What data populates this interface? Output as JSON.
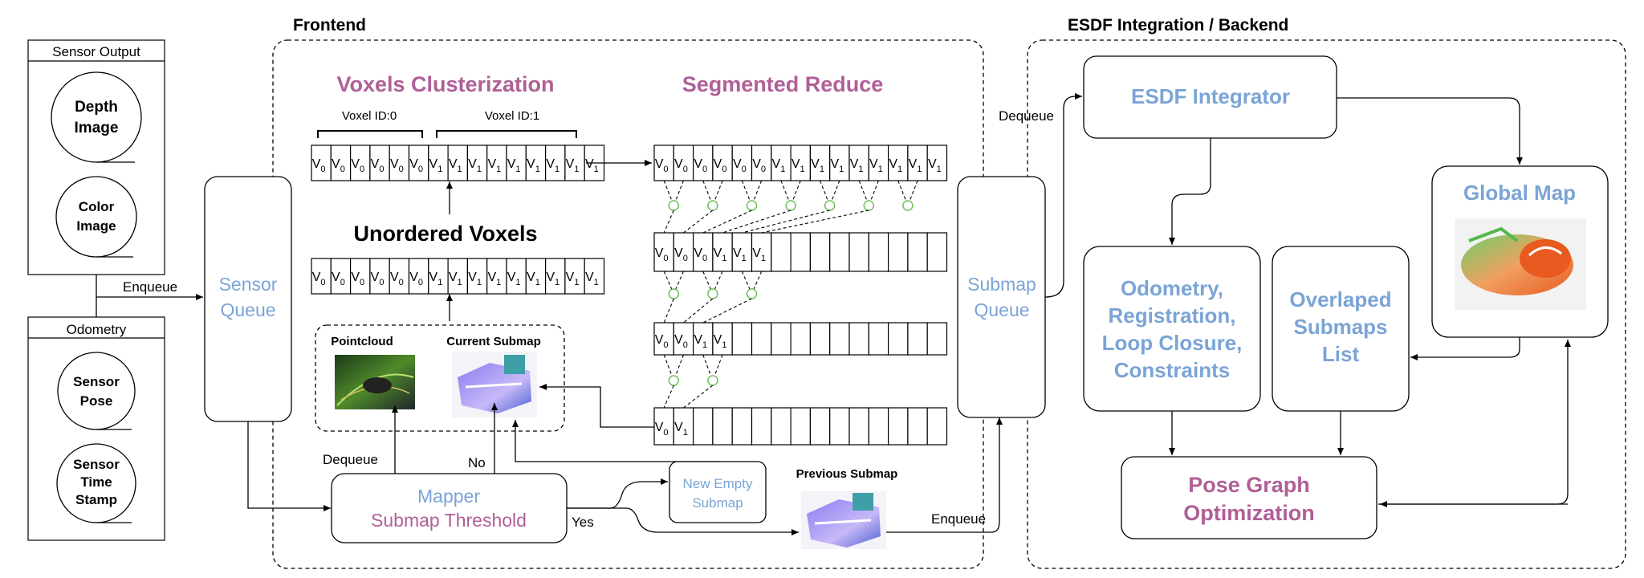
{
  "sections": {
    "frontend_title": "Frontend",
    "backend_title": "ESDF Integration / Backend"
  },
  "sensor_output": {
    "header": "Sensor Output",
    "depth_image": [
      "Depth",
      "Image"
    ],
    "color_image": [
      "Color",
      "Image"
    ]
  },
  "odometry": {
    "header": "Odometry",
    "sensor_pose": [
      "Sensor",
      "Pose"
    ],
    "sensor_time_stamp": [
      "Sensor",
      "Time",
      "Stamp"
    ]
  },
  "sensor_queue": [
    "Sensor",
    "Queue"
  ],
  "enqueue_label": "Enqueue",
  "voxels_clusterization": {
    "title": "Voxels Clusterization",
    "voxel_id_0": "Voxel ID:0",
    "voxel_id_1": "Voxel ID:1",
    "cells": [
      "0",
      "0",
      "0",
      "0",
      "0",
      "0",
      "1",
      "1",
      "1",
      "1",
      "1",
      "1",
      "1",
      "1",
      "1"
    ]
  },
  "unordered_voxels": {
    "title": "Unordered Voxels",
    "cells": [
      "0",
      "0",
      "0",
      "0",
      "0",
      "0",
      "1",
      "1",
      "1",
      "1",
      "1",
      "1",
      "1",
      "1",
      "1"
    ]
  },
  "segmented_reduce": {
    "title": "Segmented Reduce",
    "row1": [
      "0",
      "0",
      "0",
      "0",
      "0",
      "0",
      "1",
      "1",
      "1",
      "1",
      "1",
      "1",
      "1",
      "1",
      "1"
    ],
    "row2": [
      "0",
      "0",
      "0",
      "1",
      "1",
      "1"
    ],
    "row3": [
      "0",
      "0",
      "1",
      "1"
    ],
    "row4": [
      "0",
      "1"
    ],
    "cell_prefix": "V"
  },
  "submap_group": {
    "pointcloud": "Pointcloud",
    "current_submap": "Current Submap"
  },
  "mapper": [
    "Mapper",
    "Submap Threshold"
  ],
  "labels": {
    "dequeue_front": "Dequeue",
    "no": "No",
    "yes": "Yes",
    "dequeue_back": "Dequeue",
    "enqueue_back": "Enqueue"
  },
  "new_empty_submap": [
    "New Empty",
    "Submap"
  ],
  "previous_submap": "Previous Submap",
  "submap_queue": [
    "Submap",
    "Queue"
  ],
  "esdf_integrator": "ESDF Integrator",
  "global_map": "Global Map",
  "odometry_registration": [
    "Odometry,",
    "Registration,",
    "Loop Closure,",
    "Constraints"
  ],
  "overlaped_submaps": [
    "Overlaped",
    "Submaps",
    "List"
  ],
  "pose_graph": [
    "Pose Graph",
    "Optimization"
  ],
  "colors": {
    "blue": "#7ba4d6",
    "purple": "#b05f97",
    "green": "#6fbf5a",
    "dark": "#222222"
  }
}
